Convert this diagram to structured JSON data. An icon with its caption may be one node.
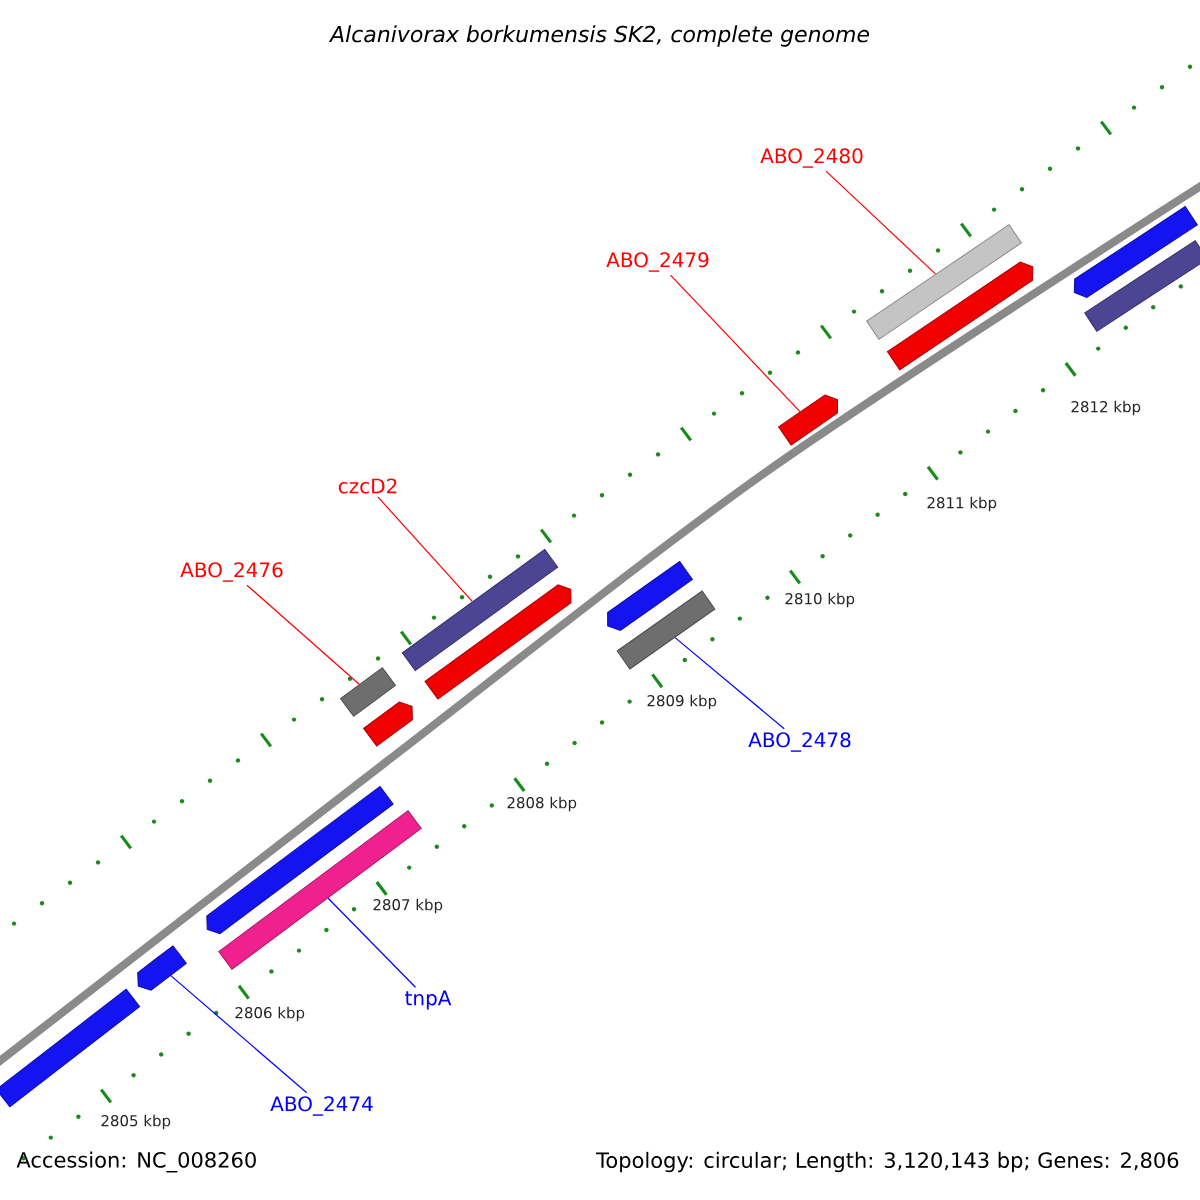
{
  "diagram": {
    "title": "Alcanivorax borkumensis SK2, complete genome",
    "nodes": [
      {
        "text": [
          "ABO_2480"
        ]
      },
      {
        "text": [
          "ABO_2479"
        ]
      },
      {
        "text": [
          "czcD2"
        ]
      },
      {
        "text": [
          "ABO_2476"
        ]
      },
      {
        "text": [
          "ABO_2478"
        ]
      },
      {
        "text": [
          "tnpA"
        ]
      },
      {
        "text": [
          "ABO_2474"
        ]
      },
      {
        "text": [],
        "shape": "bar"
      },
      {
        "text": [],
        "shape": "bar"
      },
      {
        "text": [],
        "shape": "bar"
      },
      {
        "text": [],
        "shape": "bar"
      },
      {
        "text": [],
        "shape": "bar"
      },
      {
        "text": [],
        "shape": "bar"
      },
      {
        "text": [],
        "shape": "bar"
      },
      {
        "text": [],
        "shape": "bar"
      },
      {
        "text": [],
        "shape": "bar"
      },
      {
        "text": [],
        "shape": "bar"
      },
      {
        "text": [],
        "shape": "bar"
      },
      {
        "text": [],
        "shape": "bar"
      },
      {
        "text": [],
        "shape": "bar"
      },
      {
        "text": [],
        "shape": "bar"
      },
      {
        "text": [],
        "shape": "bar"
      }
    ],
    "edges": [
      {
        "from": 0,
        "to": 18,
        "arrow": "none"
      },
      {
        "from": 1,
        "to": 17,
        "arrow": "none"
      },
      {
        "from": 2,
        "to": 13,
        "arrow": "none"
      },
      {
        "from": 3,
        "to": 11,
        "arrow": "none"
      },
      {
        "from": 4,
        "to": 16,
        "arrow": "none",
        "color": "#0000ff"
      },
      {
        "from": 5,
        "to": 10,
        "arrow": "none",
        "color": "#0000ff"
      },
      {
        "from": 6,
        "to": 8,
        "arrow": "none",
        "color": "#0000ff"
      }
    ],
    "labels": [
      "2812 kbp",
      "2811 kbp",
      "2810 kbp",
      "2809 kbp",
      "2808 kbp",
      "2807 kbp",
      "2806 kbp",
      "2805 kbp",
      "Accession: NC_008260",
      "Topology: circular; Length: 3,120,143 bp; Genes: 2,806"
    ]
  }
}
